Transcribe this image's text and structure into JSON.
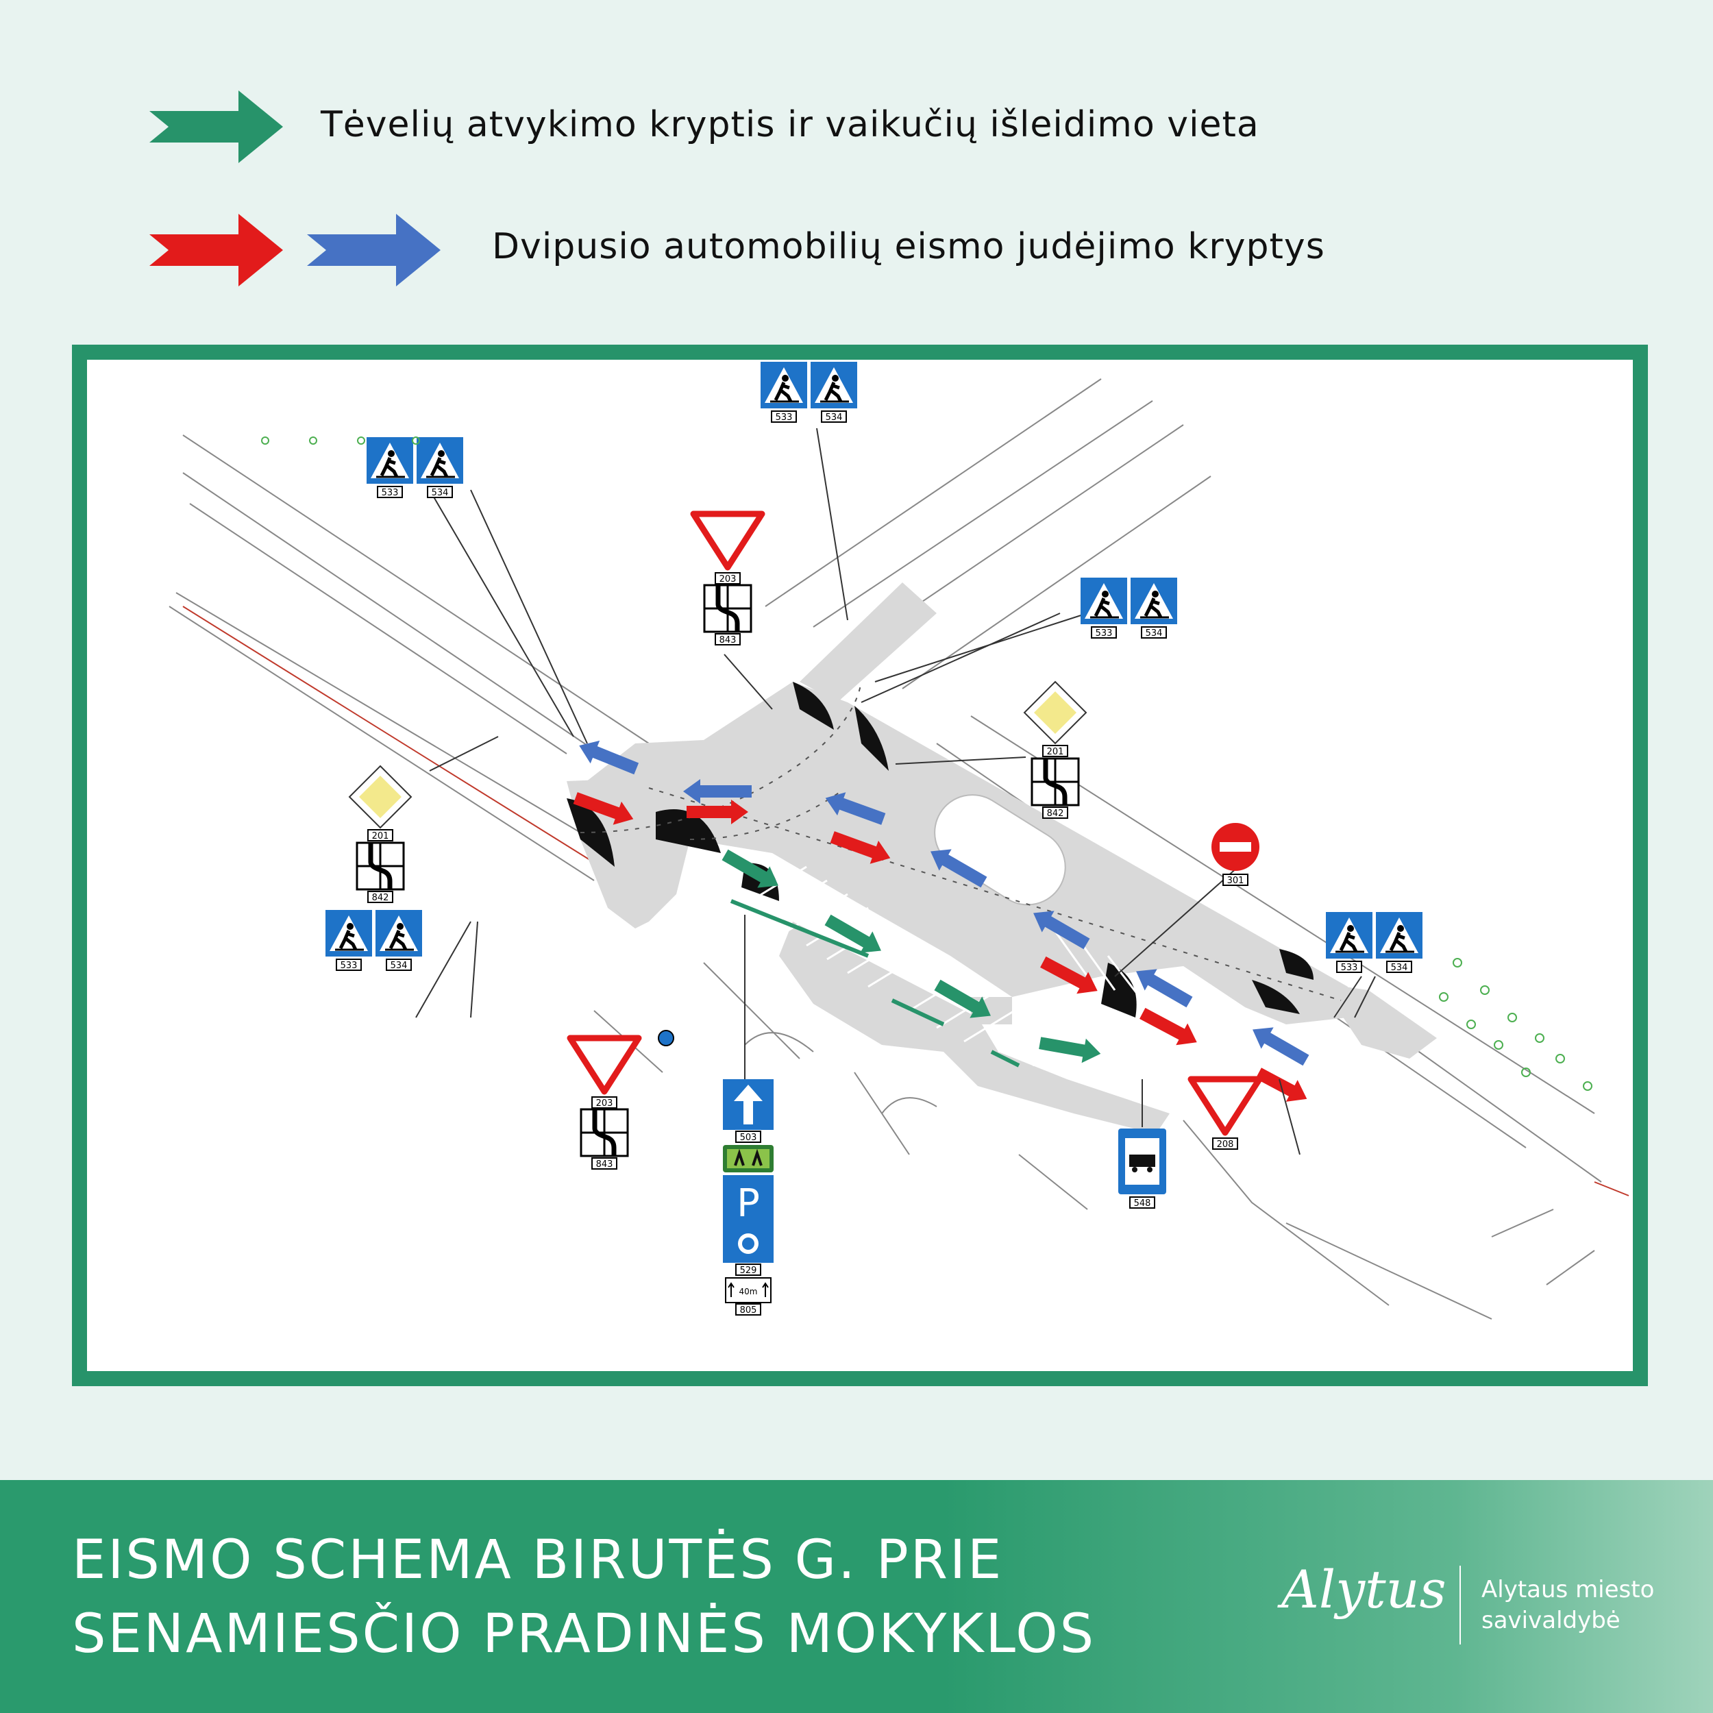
{
  "legend": {
    "green_label": "Tėvelių atvykimo kryptis ir vaikučių išleidimo vieta",
    "redblue_label": "Dvipusio automobilių eismo judėjimo kryptys",
    "colors": {
      "green": "#27936a",
      "red": "#e21b1b",
      "blue": "#4672c4"
    }
  },
  "signs": {
    "ped_a": "533",
    "ped_b": "534",
    "yield": "203",
    "priority": "201",
    "layout": "842",
    "layout_alt": "843",
    "no_entry": "301",
    "yield_alt": "208",
    "one_way": "503",
    "parking": "529",
    "bus_stop": "548",
    "distance": "805",
    "distance_text": "40m",
    "parking_letter": "P"
  },
  "title": {
    "line1": "EISMO SCHEMA BIRUTĖS G. PRIE",
    "line2": "SENAMIESČIO PRADINĖS MOKYKLOS"
  },
  "logo": {
    "script": "Alytus",
    "line1": "Alytaus miesto",
    "line2": "savivaldybė"
  }
}
